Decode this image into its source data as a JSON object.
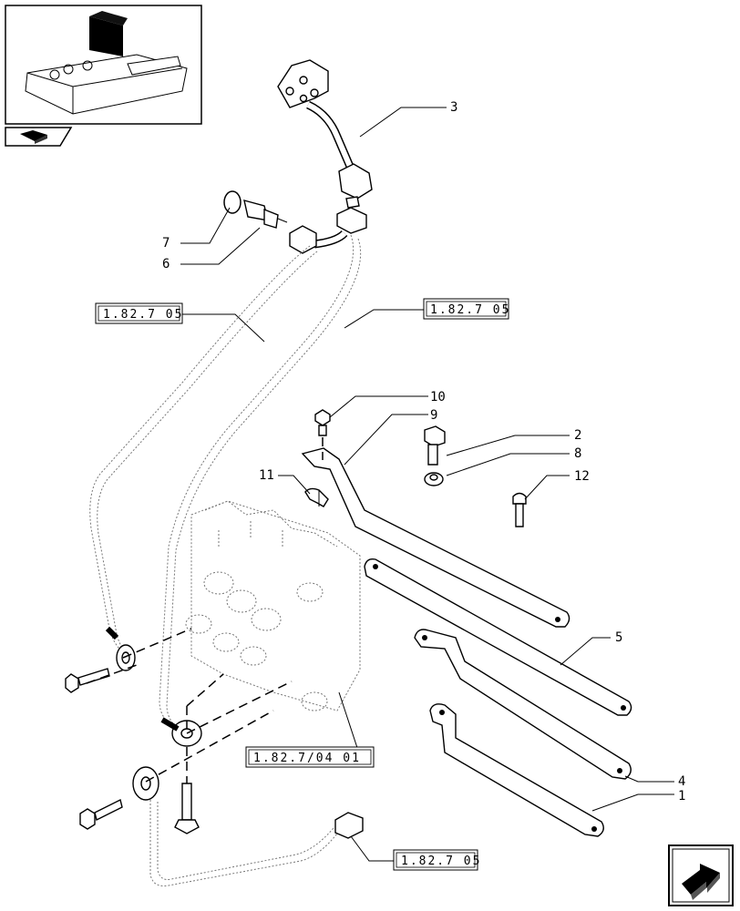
{
  "callouts": {
    "c1": "1",
    "c2": "2",
    "c3": "3",
    "c4": "4",
    "c5": "5",
    "c6": "6",
    "c7": "7",
    "c8": "8",
    "c9": "9",
    "c10": "10",
    "c11": "11",
    "c12": "12"
  },
  "refs": {
    "r1": "1.82.7 05",
    "r2": "1.82.7 05",
    "r3": "1.82.7/04 01",
    "r4": "1.82.7 05"
  },
  "icons": {
    "thumbnail": "tractor-lift-cover-thumbnail",
    "section": "section-book-icon",
    "nav": "next-page-arrow-icon"
  }
}
